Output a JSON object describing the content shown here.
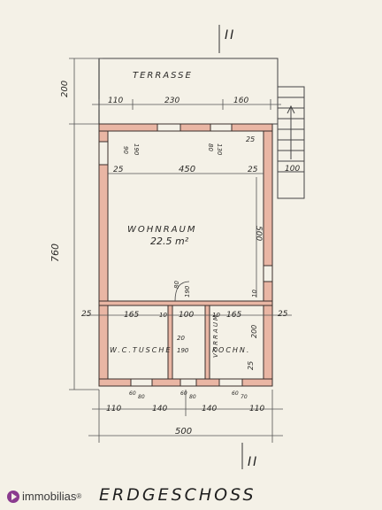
{
  "floor_title": "ERDGESCHOSS",
  "brand": {
    "name": "immobilias",
    "mark": "®"
  },
  "section_marks": {
    "top": "II",
    "bottom": "II"
  },
  "rooms": {
    "terrace": "TERRASSE",
    "living": "WOHNRAUM",
    "living_area": "22.5 m²",
    "wc": "W.C.TUSCHE",
    "hall": "VORRAUM",
    "kitchen": "KOCHN."
  },
  "dimensions": {
    "top_row": [
      "110",
      "230",
      "160"
    ],
    "left_height": "200",
    "left_total": "760",
    "inner_width": "450",
    "wall_left": "25",
    "wall_right": "25",
    "wall_right_b": "25",
    "living_height": "500",
    "stair_width": "100",
    "win_left_a": "90",
    "win_left_b": "190",
    "win_right_a": "80",
    "win_right_b": "130",
    "door_living_a": "80",
    "door_living_b": "190",
    "mid_row": [
      "25",
      "165",
      "10",
      "100",
      "10",
      "165",
      "25"
    ],
    "hall_a": "20",
    "hall_b": "190",
    "kitchen_h": "200",
    "kitchen_w": "25",
    "lower_small": [
      "60",
      "80",
      "60",
      "80",
      "60",
      "70"
    ],
    "bottom_row": [
      "110",
      "140",
      "140",
      "110"
    ],
    "bottom_total": "500",
    "side_10": "10"
  }
}
